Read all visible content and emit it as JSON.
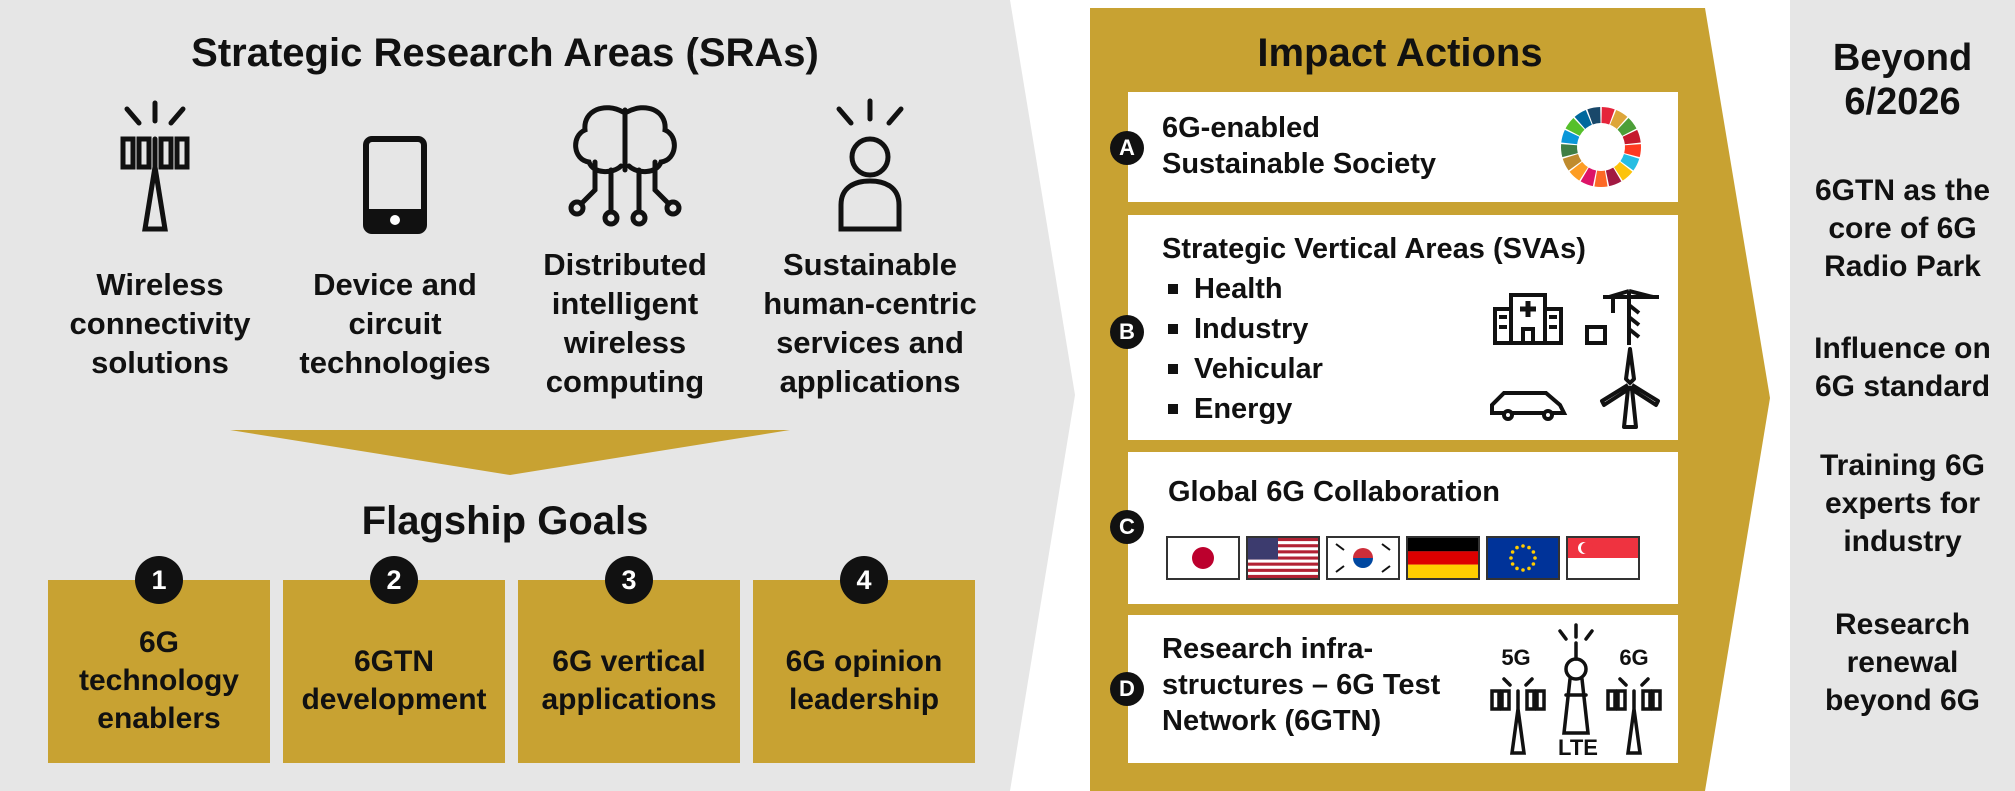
{
  "sra": {
    "title": "Strategic Research Areas (SRAs)",
    "areas": [
      {
        "icon": "antenna-icon",
        "label_lines": [
          "Wireless",
          "connectivity",
          "solutions"
        ]
      },
      {
        "icon": "smartphone-icon",
        "label_lines": [
          "Device and",
          "circuit",
          "technologies"
        ]
      },
      {
        "icon": "brain-circuit-icon",
        "label_lines": [
          "Distributed",
          "intelligent",
          "wireless",
          "computing"
        ]
      },
      {
        "icon": "person-icon",
        "label_lines": [
          "Sustainable",
          "human-centric",
          "services and",
          "applications"
        ]
      }
    ]
  },
  "flagship": {
    "title": "Flagship Goals",
    "goals": [
      {
        "number": "1",
        "label_lines": [
          "6G",
          "technology",
          "enablers"
        ]
      },
      {
        "number": "2",
        "label_lines": [
          "6GTN",
          "development"
        ]
      },
      {
        "number": "3",
        "label_lines": [
          "6G vertical",
          "applications"
        ]
      },
      {
        "number": "4",
        "label_lines": [
          "6G opinion",
          "leadership"
        ]
      }
    ]
  },
  "impact": {
    "title": "Impact Actions",
    "actions": [
      {
        "badge": "A",
        "label_lines": [
          "6G-enabled",
          "Sustainable Society"
        ],
        "icon": "sdg-wheel-icon"
      },
      {
        "badge": "B",
        "title": "Strategic Vertical Areas (SVAs)",
        "items": [
          "Health",
          "Industry",
          "Vehicular",
          "Energy"
        ]
      },
      {
        "badge": "C",
        "title": "Global 6G Collaboration",
        "flags": [
          "japan-flag",
          "usa-flag",
          "korea-flag",
          "germany-flag",
          "eu-flag",
          "singapore-flag"
        ]
      },
      {
        "badge": "D",
        "label_lines": [
          "Research infra-",
          "structures – 6G Test",
          "Network (6GTN)"
        ],
        "tower_labels": [
          "5G",
          "LTE",
          "6G"
        ]
      }
    ]
  },
  "beyond": {
    "title_lines": [
      "Beyond",
      "6/2026"
    ],
    "items": [
      {
        "lines": [
          "6GTN as the",
          "core of 6G",
          "Radio Park"
        ]
      },
      {
        "lines": [
          "Influence on",
          "6G standard"
        ]
      },
      {
        "lines": [
          "Training 6G",
          "experts for",
          "industry"
        ]
      },
      {
        "lines": [
          "Research",
          "renewal",
          "beyond 6G"
        ]
      }
    ]
  },
  "colors": {
    "gold": "#c8a232",
    "grey": "#e6e6e6",
    "dark": "#111111",
    "white": "#ffffff"
  }
}
